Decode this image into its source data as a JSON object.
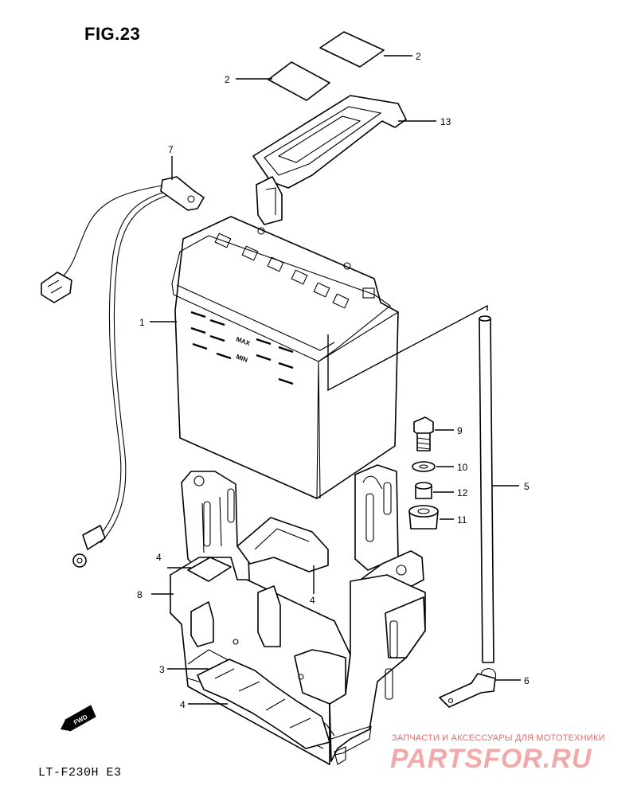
{
  "figure": {
    "title": "FIG.23",
    "model": "LT-F230H E3",
    "fwd_label": "FWD"
  },
  "callouts": [
    {
      "id": "c2a",
      "number": "2"
    },
    {
      "id": "c2b",
      "number": "2"
    },
    {
      "id": "c13",
      "number": "13"
    },
    {
      "id": "c7",
      "number": "7"
    },
    {
      "id": "c1",
      "number": "1"
    },
    {
      "id": "c9",
      "number": "9"
    },
    {
      "id": "c10",
      "number": "10"
    },
    {
      "id": "c12",
      "number": "12"
    },
    {
      "id": "c11",
      "number": "11"
    },
    {
      "id": "c5",
      "number": "5"
    },
    {
      "id": "c4a",
      "number": "4"
    },
    {
      "id": "c4b",
      "number": "4"
    },
    {
      "id": "c8",
      "number": "8"
    },
    {
      "id": "c3",
      "number": "3"
    },
    {
      "id": "c4c",
      "number": "4"
    },
    {
      "id": "c6",
      "number": "6"
    }
  ],
  "battery_labels": {
    "max": "MAX",
    "min": "MIN"
  },
  "watermark": {
    "subtitle": "ЗАПЧАСТИ И АКСЕССУАРЫ ДЛЯ МОТОТЕХНИКИ",
    "brand": "PARTSFOR.RU"
  }
}
